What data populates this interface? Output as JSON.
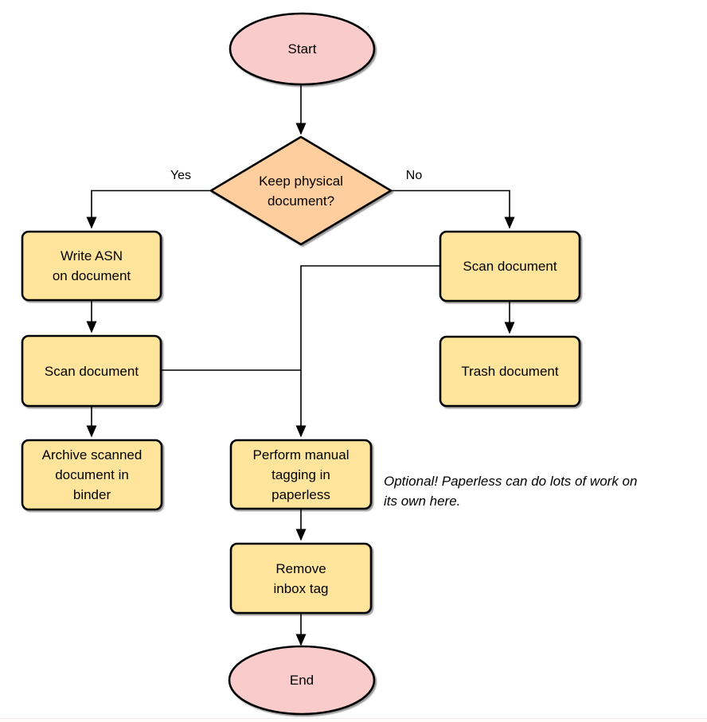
{
  "diagram": {
    "nodes": {
      "start": {
        "label": "Start",
        "shape": "ellipse"
      },
      "decision_keep_physical": {
        "label": "Keep physical\ndocument?",
        "shape": "diamond"
      },
      "write_asn": {
        "label": "Write ASN\non document",
        "shape": "rect"
      },
      "scan_left": {
        "label": "Scan document",
        "shape": "rect"
      },
      "archive": {
        "label": "Archive scanned\ndocument in\nbinder",
        "shape": "rect"
      },
      "scan_right": {
        "label": "Scan document",
        "shape": "rect"
      },
      "trash": {
        "label": "Trash document",
        "shape": "rect"
      },
      "perform_tagging": {
        "label": "Perform manual\ntagging in\npaperless",
        "shape": "rect"
      },
      "remove_inbox": {
        "label": "Remove\ninbox tag",
        "shape": "rect"
      },
      "end": {
        "label": "End",
        "shape": "ellipse"
      }
    },
    "edge_labels": {
      "yes": "Yes",
      "no": "No"
    },
    "annotation": {
      "text": "Optional! Paperless can do lots of work on\nits own here."
    },
    "colors": {
      "process_fill": "#FFE49C",
      "decision_fill": "#FFCE9F",
      "terminal_fill": "#F9CCCB",
      "stroke": "#000000"
    }
  }
}
